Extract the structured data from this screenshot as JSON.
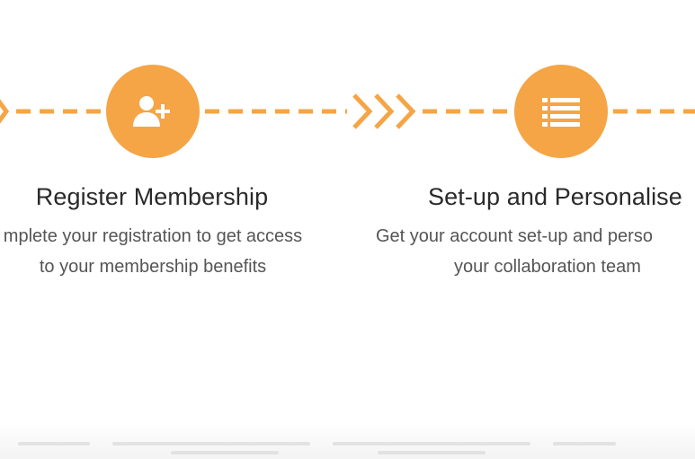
{
  "theme": {
    "accent": "#F5A545",
    "connector_color": "#F5A545",
    "icon_color": "#FFFFFF",
    "title_color": "#2A2A2A",
    "text_color": "#555555"
  },
  "steps": [
    {
      "icon": "add-user-icon",
      "title": "Register Membership",
      "desc_line1": "mplete your registration to get access",
      "desc_line2": "to your membership benefits"
    },
    {
      "icon": "list-icon",
      "title": "Set-up and Personalise",
      "desc_line1": "Get your account set-up and perso",
      "desc_line2": "your collaboration team"
    }
  ]
}
